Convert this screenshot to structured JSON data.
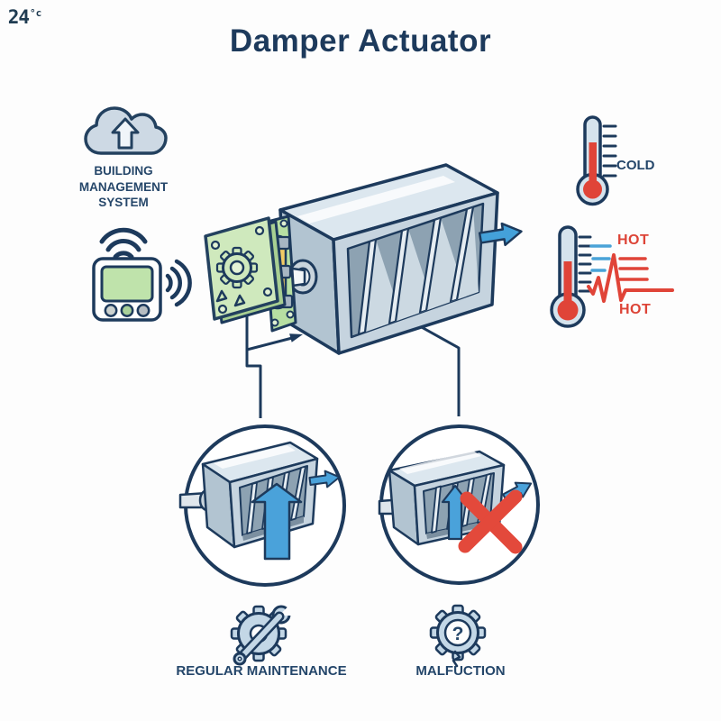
{
  "title": "Damper Actuator",
  "bms": {
    "line1": "BUILDING",
    "line2": "MANAGEMENT",
    "line3": "SYSTEM"
  },
  "thermostat": {
    "temperature": "24",
    "unit": "°c"
  },
  "temperature_labels": {
    "cold": "COLD",
    "hot_top": "HOT",
    "hot_bottom": "HOT"
  },
  "callout_labels": {
    "maintenance": "REGULAR MAINTENANCE",
    "malfunction": "MALFUCTION"
  },
  "icons": {
    "cloud_upload": "cloud-upload-icon",
    "wifi": "wifi-icon",
    "signal_waves": "signal-waves-icon",
    "thermometer_cold": "thermometer-cold-icon",
    "thermometer_hot": "thermometer-hot-icon",
    "gear_wrench": "gear-wrench-icon",
    "gear_question": "gear-question-icon",
    "question_glyph": "?"
  },
  "colors": {
    "navy": "#1d3a5c",
    "red": "#dd4437",
    "airflow_blue": "#44a1d9",
    "actuator_green": "#cfe9bd",
    "icon_light_blue": "#c7d7e5"
  }
}
